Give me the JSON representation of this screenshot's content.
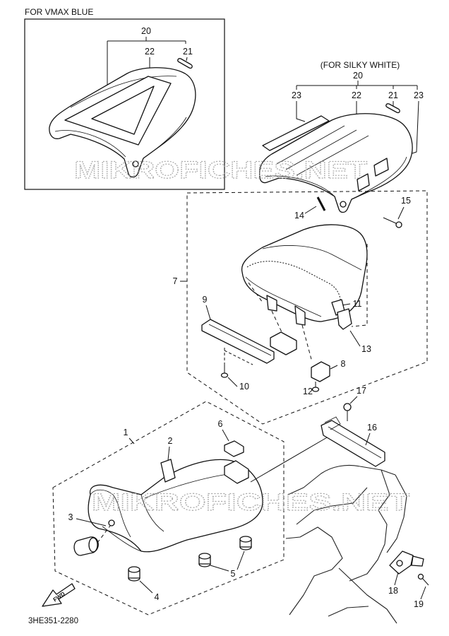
{
  "titles": {
    "inset": "FOR VMAX BLUE",
    "silky_white": "(FOR SILKY WHITE)"
  },
  "callouts": {
    "inset_20": "20",
    "inset_22": "22",
    "inset_21": "21",
    "silky_20": "20",
    "silky_23_left": "23",
    "silky_22": "22",
    "silky_21": "21",
    "silky_23_right": "23",
    "p14": "14",
    "p15": "15",
    "p7": "7",
    "p9": "9",
    "p11": "11",
    "p13": "13",
    "p10": "10",
    "p8": "8",
    "p12": "12",
    "p17": "17",
    "p6": "6",
    "p16": "16",
    "p1": "1",
    "p2": "2",
    "p3": "3",
    "p4": "4",
    "p5": "5",
    "p18": "18",
    "p19": "19"
  },
  "fwd_arrow": {
    "label": "FWD"
  },
  "drawing_number": "3HE351-2280",
  "watermark": "MIKROFICHES.NET"
}
